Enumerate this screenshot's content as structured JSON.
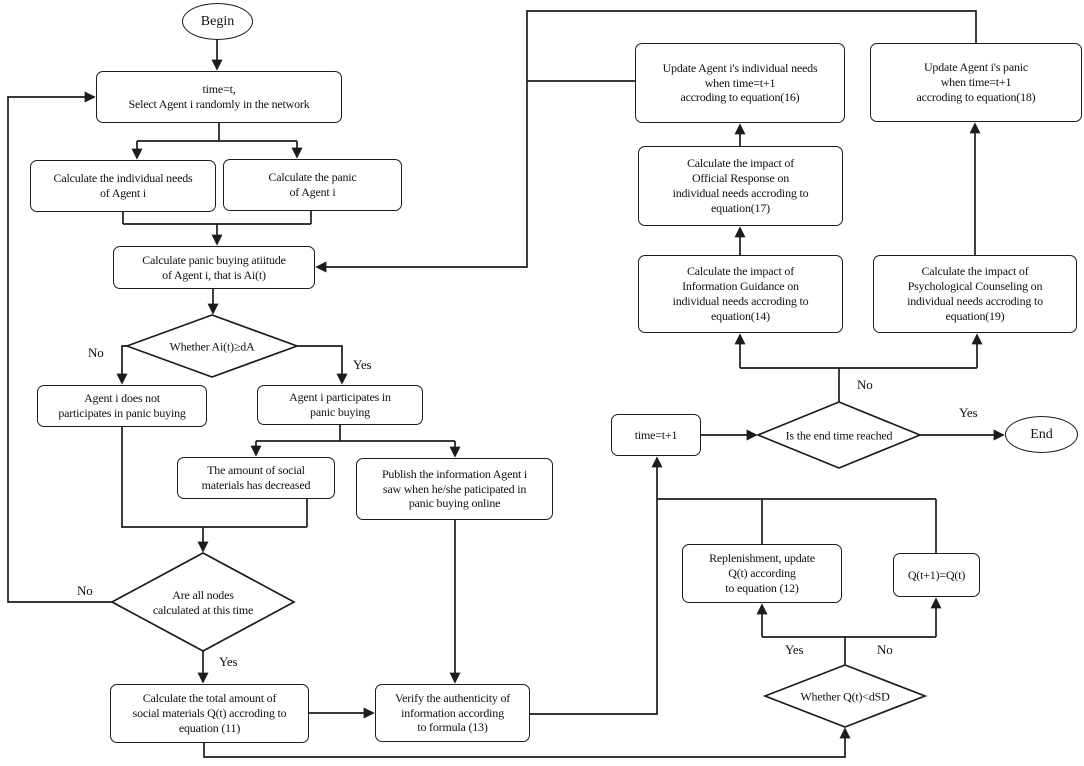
{
  "figure": {
    "nodes": {
      "begin": "Begin",
      "select_agent": "time=t,\nSelect Agent i randomly in the network",
      "calc_needs": "Calculate the individual needs\nof Agent i",
      "calc_panic": "Calculate the panic\nof Agent i",
      "calc_attitude": "Calculate panic buying atiitude\nof Agent i, that is Ai(t)",
      "decision_attitude": "Whether Ai(t)≥dA",
      "not_participate": "Agent i does not\nparticipates in panic buying",
      "participate": "Agent i participates in\npanic buying",
      "materials_decreased": "The amount of social\nmaterials has decreased",
      "publish_info": "Publish the information Agent i\nsaw when he/she paticipated in\npanic buying online",
      "decision_all_nodes": "Are all nodes\ncalculated at this time",
      "calc_total": "Calculate the total amount of\nsocial materials Q(t) accroding to\nequation (11)",
      "verify": "Verify the authenticity of\ninformation according\nto formula (13)",
      "update_needs": "Update Agent i's individual needs\nwhen time=t+1\naccroding to equation(16)",
      "official_response": "Calculate the impact of\nOfficial Response on\nindividual needs accroding to\nequation(17)",
      "info_guidance": "Calculate the impact of\nInformation Guidance on\nindividual needs accroding to\nequation(14)",
      "update_panic": "Update Agent i's panic\nwhen time=t+1\naccroding to equation(18)",
      "psych_counseling": "Calculate the impact of\nPsychological Counseling on\nindividual needs accroding to\nequation(19)",
      "time_increment": "time=t+1",
      "decision_end_time": "Is the end time reached",
      "end": "End",
      "replenishment": "Replenishment, update\nQ(t) according\nto equation (12)",
      "q_keep": "Q(t+1)=Q(t)",
      "decision_q": "Whether Q(t)<dSD"
    },
    "labels": {
      "attitude_no": "No",
      "attitude_yes": "Yes",
      "all_nodes_no": "No",
      "all_nodes_yes": "Yes",
      "end_time_no": "No",
      "end_time_yes": "Yes",
      "q_yes": "Yes",
      "q_no": "No"
    },
    "colors": {
      "stroke": "#1c1c1c",
      "background": "#ffffff"
    }
  }
}
